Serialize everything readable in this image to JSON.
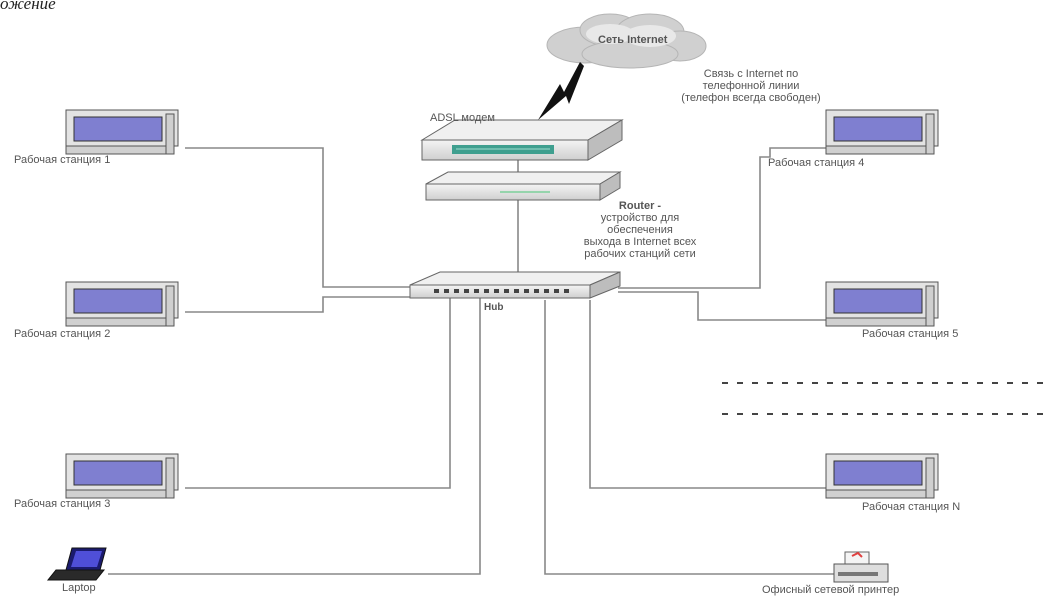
{
  "page": {
    "corner_text": "ожение"
  },
  "cloud": {
    "label": "Сеть Internet"
  },
  "internet_link": {
    "note_lines": [
      "Связь с Internet по",
      "телефонной линии",
      "(телефон всегда свободен)"
    ]
  },
  "modem": {
    "label": "ADSL модем"
  },
  "router": {
    "title": "Router -",
    "description_lines": [
      "устройство для",
      "обеспечения",
      "выхода в Internet всех",
      "рабочих станций сети"
    ]
  },
  "hub": {
    "label": "Hub"
  },
  "workstations": [
    {
      "label": "Рабочая станция 1"
    },
    {
      "label": "Рабочая станция 2"
    },
    {
      "label": "Рабочая станция 3"
    },
    {
      "label": "Рабочая станция 4"
    },
    {
      "label": "Рабочая станция 5"
    },
    {
      "label": "Рабочая станция N"
    }
  ],
  "laptop": {
    "label": "Laptop"
  },
  "printer": {
    "label": "Офисный сетевой принтер"
  },
  "colors": {
    "screen": "#7f7fd0",
    "device_body": "#e6e6e6",
    "device_outline": "#555555",
    "wire": "#888888",
    "modem_panel": "#3f9f8f",
    "printer_accent": "#e04040"
  }
}
